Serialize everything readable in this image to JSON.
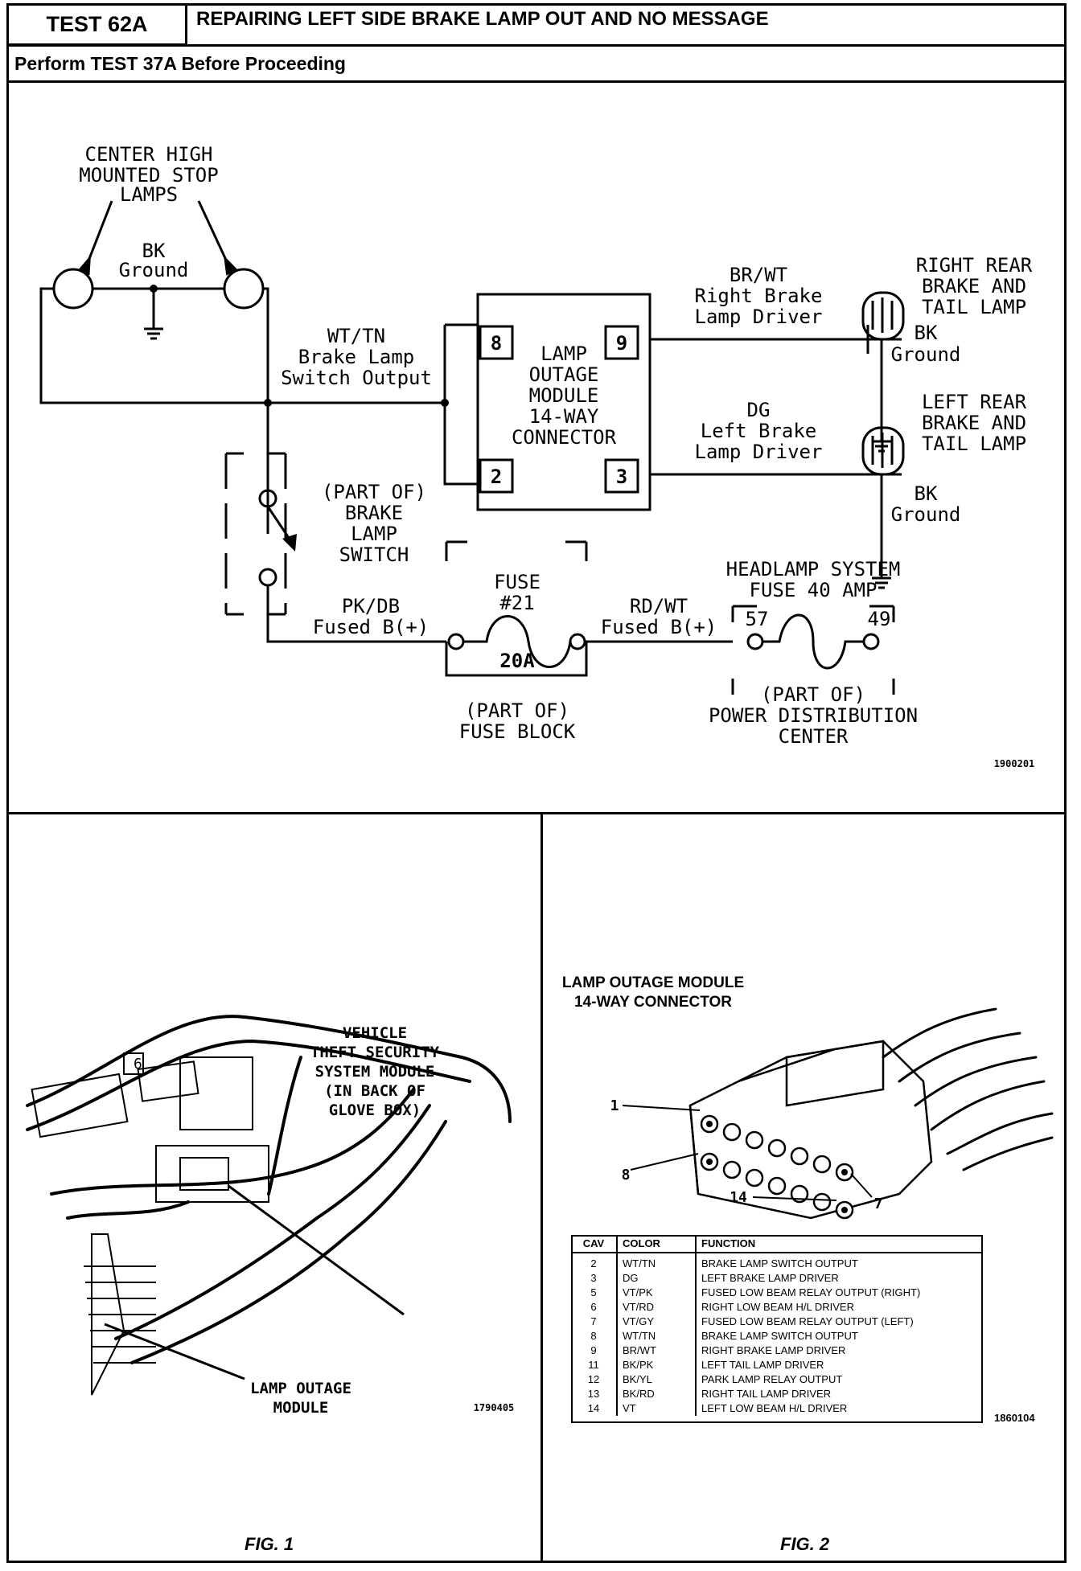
{
  "header": {
    "test_id": "TEST 62A",
    "title": "REPAIRING LEFT SIDE BRAKE LAMP OUT AND NO MESSAGE",
    "pre_note": "Perform TEST 37A Before Proceeding"
  },
  "schematic": {
    "chmsl_label": [
      "CENTER HIGH",
      "MOUNTED STOP",
      "LAMPS"
    ],
    "ground_top": [
      "BK",
      "Ground"
    ],
    "switch_output": [
      "WT/TN",
      "Brake Lamp",
      "Switch Output"
    ],
    "module_label": [
      "LAMP",
      "OUTAGE",
      "MODULE",
      "14-WAY",
      "CONNECTOR"
    ],
    "pins": {
      "p8": "8",
      "p9": "9",
      "p2": "2",
      "p3": "3"
    },
    "right_driver": [
      "BR/WT",
      "Right Brake",
      "Lamp Driver"
    ],
    "left_driver": [
      "DG",
      "Left Brake",
      "Lamp Driver"
    ],
    "right_lamp": [
      "RIGHT REAR",
      "BRAKE AND",
      "TAIL LAMP"
    ],
    "left_lamp": [
      "LEFT REAR",
      "BRAKE AND",
      "TAIL LAMP"
    ],
    "right_ground": [
      "BK",
      "Ground"
    ],
    "left_ground": [
      "BK",
      "Ground"
    ],
    "brake_switch": [
      "(PART OF)",
      "BRAKE",
      "LAMP",
      "SWITCH"
    ],
    "pk_db": [
      "PK/DB",
      "Fused B(+)"
    ],
    "fuse21": [
      "FUSE",
      "#21"
    ],
    "fuse21_rating": "20A",
    "fuse_block": [
      "(PART OF)",
      "FUSE BLOCK"
    ],
    "rd_wt": [
      "RD/WT",
      "Fused B(+)"
    ],
    "headlamp_fuse": [
      "HEADLAMP SYSTEM",
      "FUSE 40 AMP"
    ],
    "pdc_pins": {
      "a": "57",
      "b": "49"
    },
    "pdc": [
      "(PART OF)",
      "POWER DISTRIBUTION",
      "CENTER"
    ],
    "code": "1900201"
  },
  "fig1": {
    "callout_vtss": [
      "VEHICLE",
      "THEFT SECURITY",
      "SYSTEM MODULE",
      "(IN BACK OF",
      "GLOVE BOX)"
    ],
    "callout_lom": [
      "LAMP OUTAGE",
      "MODULE"
    ],
    "tag": "6",
    "code": "1790405",
    "caption": "FIG. 1"
  },
  "fig2": {
    "title": [
      "LAMP OUTAGE MODULE",
      "14-WAY CONNECTOR"
    ],
    "callouts": {
      "c1": "1",
      "c8": "8",
      "c14": "14",
      "c7": "7"
    },
    "table": {
      "headers": [
        "CAV",
        "COLOR",
        "FUNCTION"
      ],
      "rows": [
        [
          "2",
          "WT/TN",
          "BRAKE LAMP SWITCH OUTPUT"
        ],
        [
          "3",
          "DG",
          "LEFT BRAKE LAMP DRIVER"
        ],
        [
          "5",
          "VT/PK",
          "FUSED LOW BEAM RELAY OUTPUT (RIGHT)"
        ],
        [
          "6",
          "VT/RD",
          "RIGHT LOW BEAM H/L DRIVER"
        ],
        [
          "7",
          "VT/GY",
          "FUSED LOW BEAM RELAY OUTPUT (LEFT)"
        ],
        [
          "8",
          "WT/TN",
          "BRAKE LAMP SWITCH OUTPUT"
        ],
        [
          "9",
          "BR/WT",
          "RIGHT BRAKE LAMP DRIVER"
        ],
        [
          "11",
          "BK/PK",
          "LEFT TAIL LAMP DRIVER"
        ],
        [
          "12",
          "BK/YL",
          "PARK LAMP RELAY OUTPUT"
        ],
        [
          "13",
          "BK/RD",
          "RIGHT TAIL LAMP DRIVER"
        ],
        [
          "14",
          "VT",
          "LEFT LOW BEAM H/L DRIVER"
        ]
      ]
    },
    "code": "1860104",
    "caption": "FIG. 2"
  }
}
